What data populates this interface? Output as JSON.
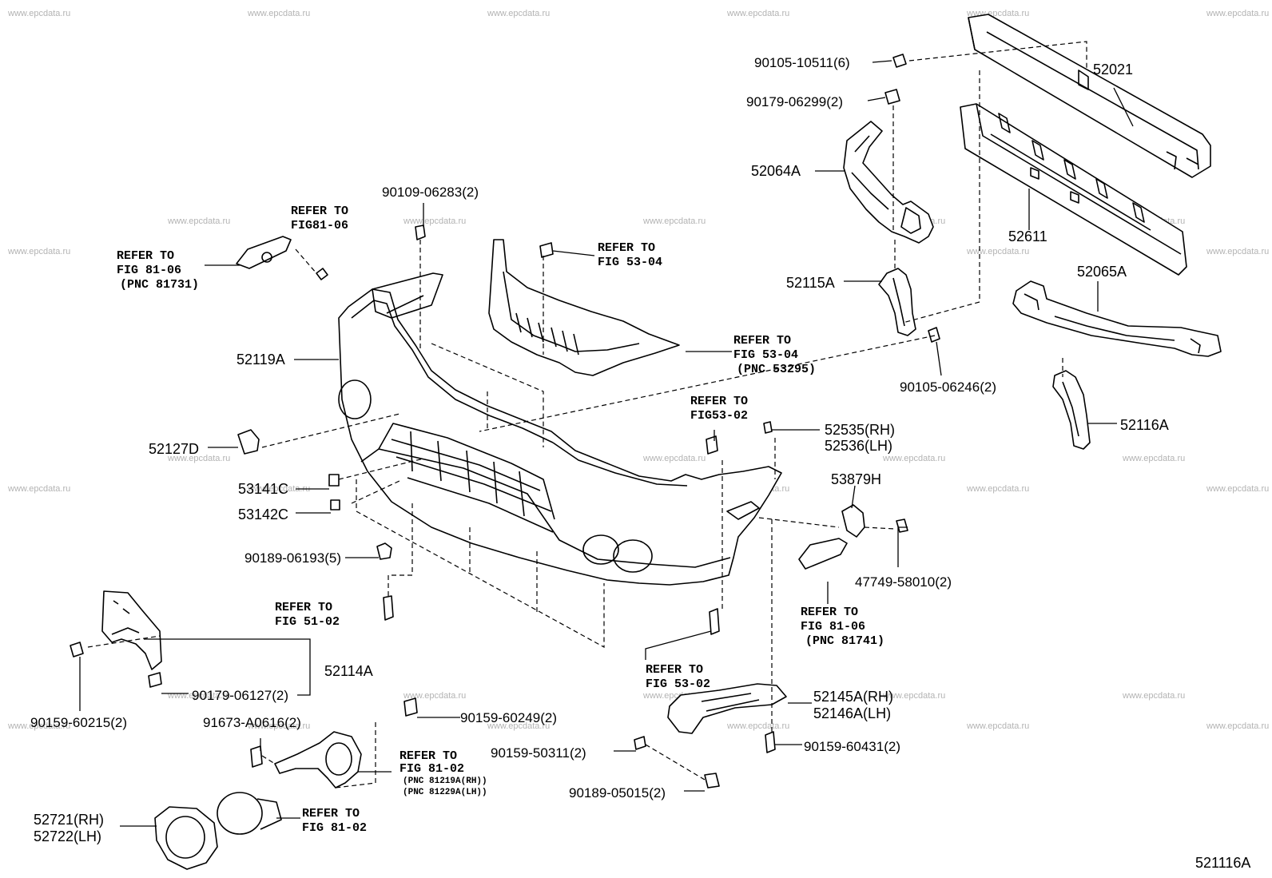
{
  "watermark": "www.epcdata.ru",
  "figure_code": "521116A",
  "labels": {
    "p52021": "52021",
    "p90105_10511": "90105-10511(6)",
    "p90179_06299": "90179-06299(2)",
    "p52064A": "52064A",
    "p52611": "52611",
    "p52115A": "52115A",
    "p52065A": "52065A",
    "p90105_06246": "90105-06246(2)",
    "p52116A": "52116A",
    "p90109_06283": "90109-06283(2)",
    "p52119A": "52119A",
    "p52127D": "52127D",
    "p53141C": "53141C",
    "p53142C": "53142C",
    "p90189_06193": "90189-06193(5)",
    "p52535": "52535(RH)",
    "p52536": "52536(LH)",
    "p53879H": "53879H",
    "p47749": "47749-58010(2)",
    "p52114A": "52114A",
    "p90159_60215": "90159-60215(2)",
    "p90179_06127": "90179-06127(2)",
    "p91673": "91673-A0616(2)",
    "p90159_60249": "90159-60249(2)",
    "p90159_50311": "90159-50311(2)",
    "p90189_05015": "90189-05015(2)",
    "p52145A": "52145A(RH)",
    "p52146A": "52146A(LH)",
    "p90159_60431": "90159-60431(2)",
    "p52721": "52721(RH)",
    "p52722": "52722(LH)"
  },
  "refs": {
    "r1_a": "REFER TO",
    "r1_b": "FIG81-06",
    "r2_a": "REFER TO",
    "r2_b": "FIG  81-06",
    "r2_c": "(PNC 81731)",
    "r3_a": "REFER TO",
    "r3_b": "FIG 53-04",
    "r4_a": "REFER TO",
    "r4_b": "FIG  53-04",
    "r4_c": "(PNC 53295)",
    "r5_a": "REFER TO",
    "r5_b": "FIG53-02",
    "r6_a": "REFER TO",
    "r6_b": "FIG 51-02",
    "r7_a": "REFER TO",
    "r7_b": "FIG  81-06",
    "r7_c": "(PNC 81741)",
    "r8_a": "REFER TO",
    "r8_b": "FIG 53-02",
    "r9_a": "REFER TO",
    "r9_b": "FIG 81-02",
    "r9_c": "(PNC 81219A(RH))",
    "r9_d": "(PNC 81229A(LH))",
    "r10_a": "REFER TO",
    "r10_b": "FIG 81-02"
  }
}
